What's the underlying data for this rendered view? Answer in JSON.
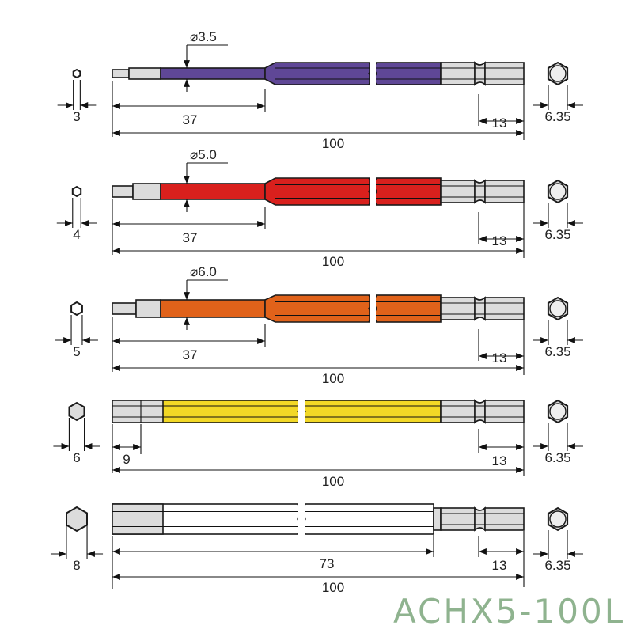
{
  "model": "ACHX5-100L",
  "colors": {
    "outline": "#1a1a1a",
    "steel": "#dcdcdc",
    "white": "#ffffff"
  },
  "bits": [
    {
      "tip_size": "3",
      "shank_diameter": "⌀3.5",
      "tip_length": "37",
      "hex_length": "13",
      "overall_length": "100",
      "hex_size": "6.35",
      "color": "#5f4796"
    },
    {
      "tip_size": "4",
      "shank_diameter": "⌀5.0",
      "tip_length": "37",
      "hex_length": "13",
      "overall_length": "100",
      "hex_size": "6.35",
      "color": "#d9201d"
    },
    {
      "tip_size": "5",
      "shank_diameter": "⌀6.0",
      "tip_length": "37",
      "hex_length": "13",
      "overall_length": "100",
      "hex_size": "6.35",
      "color": "#e0621a"
    },
    {
      "tip_size": "6",
      "tip_length": "9",
      "hex_length": "13",
      "overall_length": "100",
      "hex_size": "6.35",
      "color": "#f2d826"
    },
    {
      "tip_size": "8",
      "body_length": "73",
      "hex_length": "13",
      "overall_length": "100",
      "hex_size": "6.35",
      "color": "#ffffff"
    }
  ]
}
